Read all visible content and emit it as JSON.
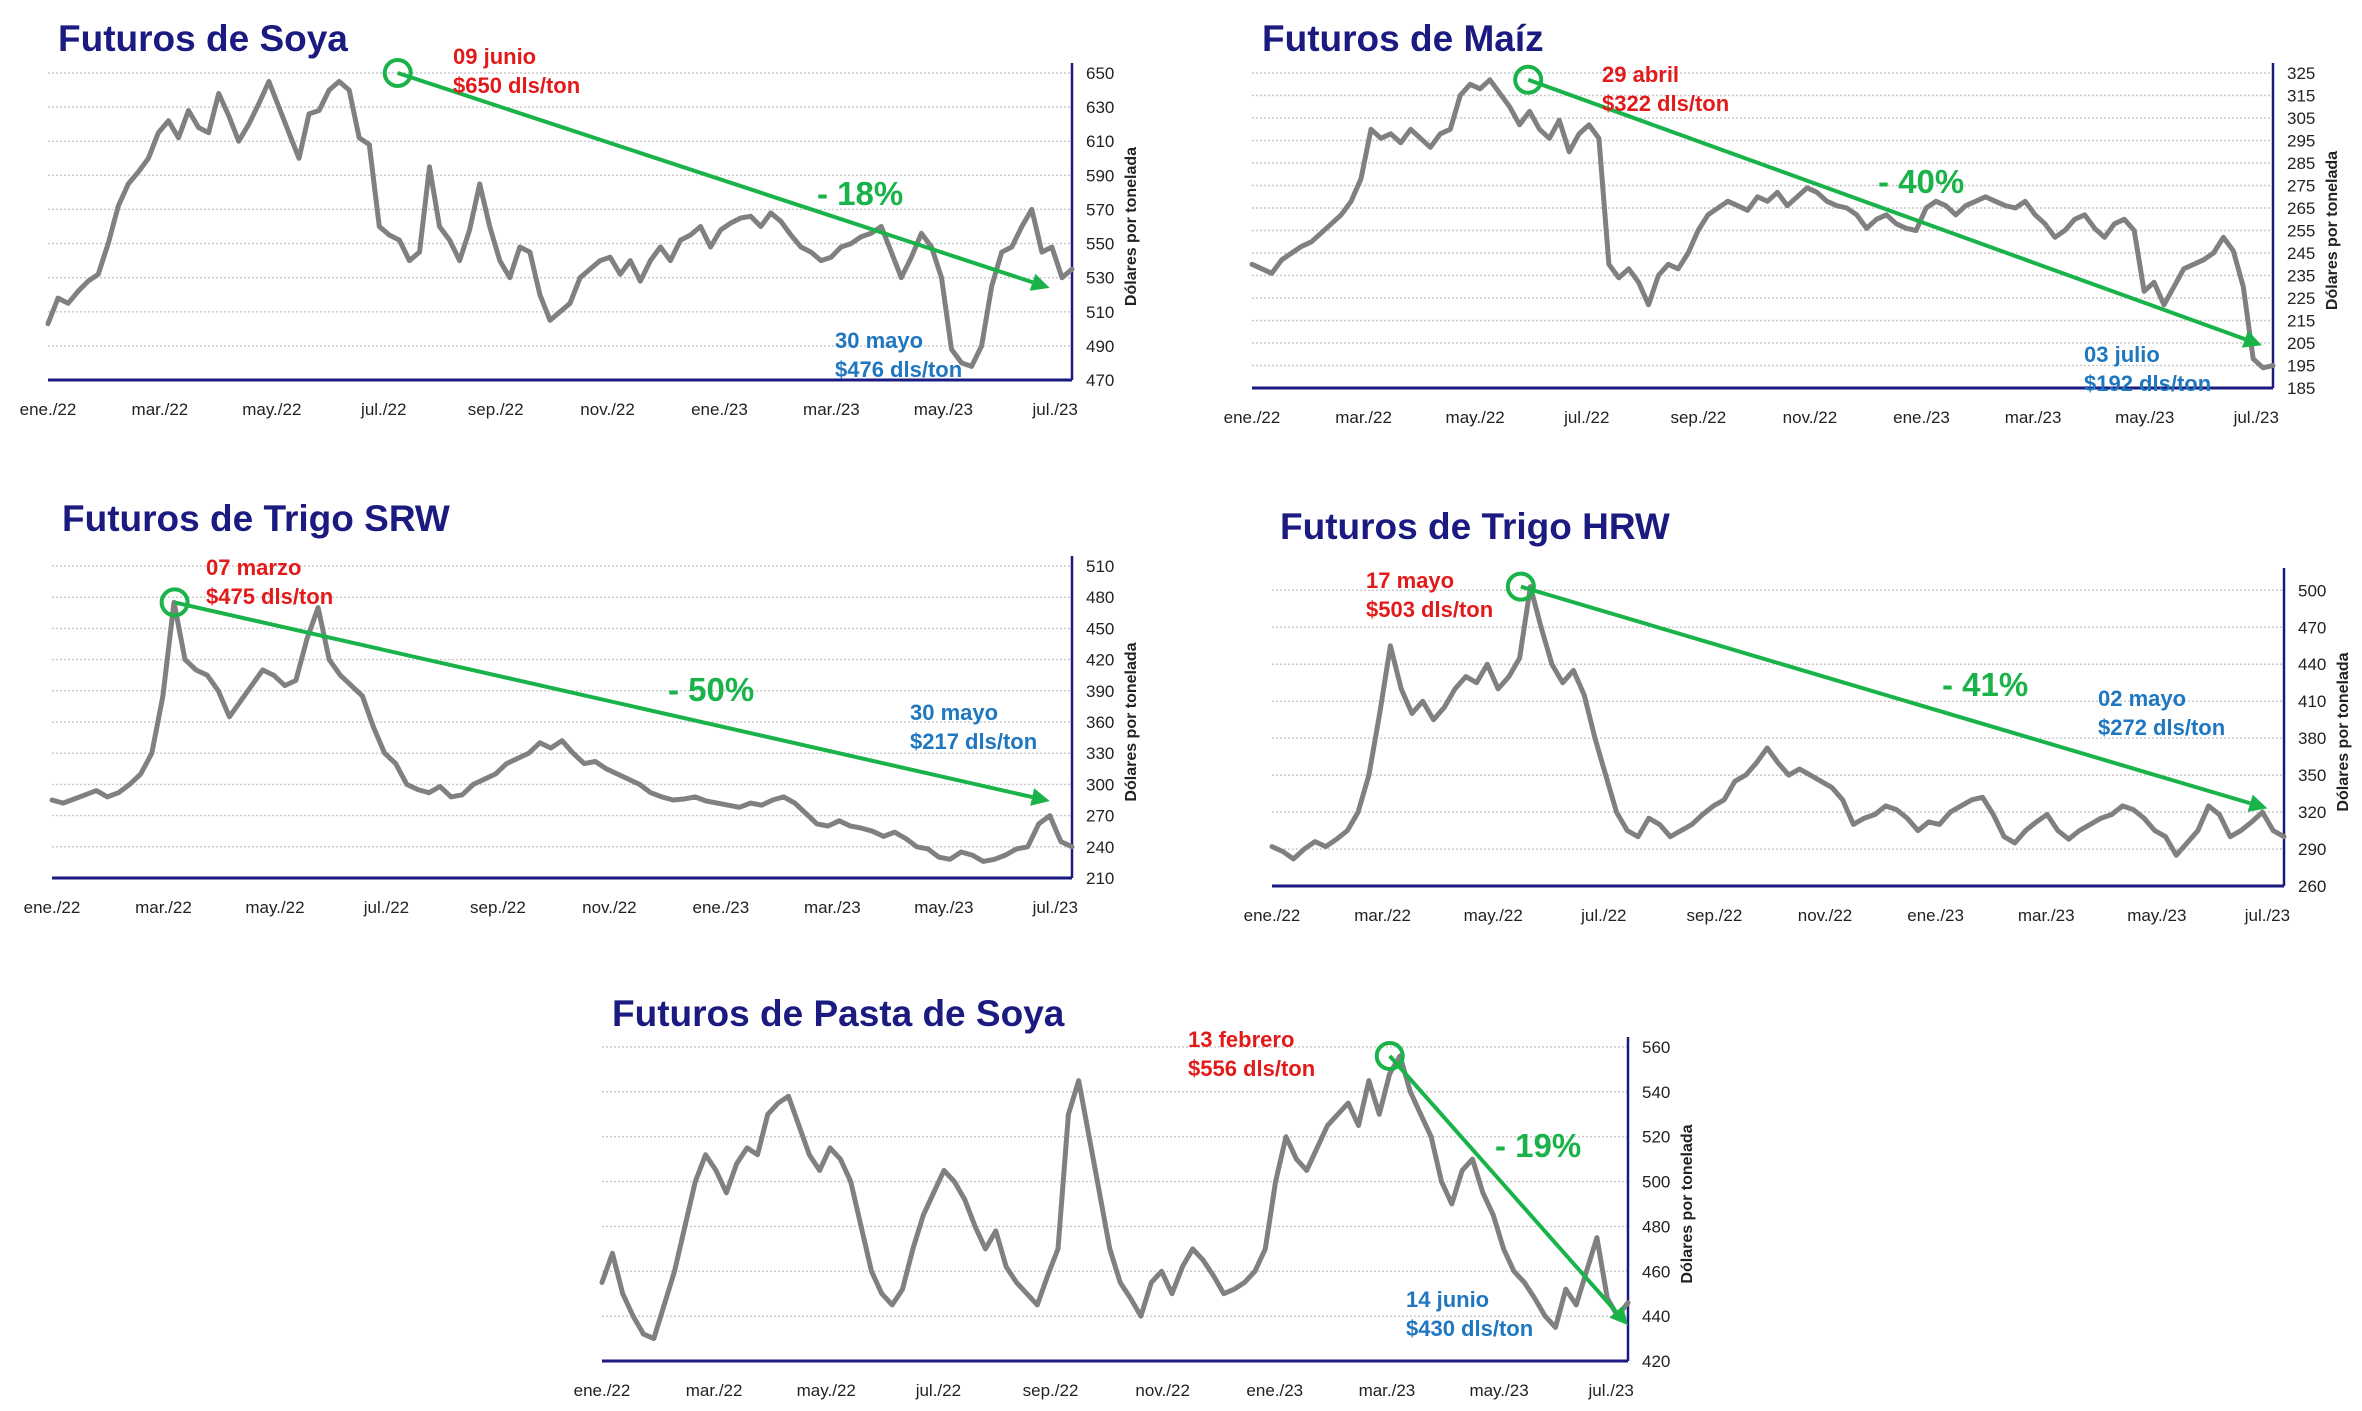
{
  "colors": {
    "title": "#1a1a80",
    "line": "#808080",
    "trend": "#1ab34a",
    "peak": "#e21a1a",
    "low": "#1f77c0",
    "axis": "#1a1a80",
    "grid": "#c8c8c8"
  },
  "chart_data": [
    {
      "id": "soya",
      "type": "line",
      "title": "Futuros de Soya",
      "ylabel": "Dólares por tonelada",
      "ylim": [
        470,
        650
      ],
      "yticks": [
        470,
        490,
        510,
        530,
        550,
        570,
        590,
        610,
        630,
        650
      ],
      "xticklabels": [
        "ene./22",
        "mar./22",
        "may./22",
        "jul./22",
        "sep./22",
        "nov./22",
        "ene./23",
        "mar./23",
        "may./23",
        "jul./23"
      ],
      "x_month_range": [
        0,
        18.3
      ],
      "grid": true,
      "series": [
        {
          "values": [
            503,
            518,
            515,
            522,
            528,
            532,
            550,
            572,
            585,
            592,
            600,
            615,
            622,
            612,
            628,
            618,
            615,
            638,
            625,
            610,
            620,
            632,
            645,
            630,
            615,
            600,
            626,
            628,
            640,
            645,
            640,
            612,
            608,
            560,
            555,
            552,
            540,
            545,
            595,
            560,
            552,
            540,
            558,
            585,
            560,
            540,
            530,
            548,
            545,
            520,
            505,
            510,
            515,
            530,
            535,
            540,
            542,
            532,
            540,
            528,
            540,
            548,
            540,
            552,
            555,
            560,
            548,
            558,
            562,
            565,
            566,
            560,
            568,
            563,
            555,
            548,
            545,
            540,
            542,
            548,
            550,
            554,
            556,
            560,
            545,
            530,
            542,
            556,
            548,
            530,
            488,
            480,
            478,
            490,
            525,
            545,
            548,
            560,
            570,
            545,
            548,
            530,
            535
          ]
        }
      ],
      "peak": {
        "month": 6.25,
        "value": 650,
        "date": "09 junio",
        "price": "$650 dls/ton"
      },
      "low": {
        "month": 17.9,
        "value": 524,
        "date": "30 mayo",
        "price": "$476 dls/ton"
      },
      "change": "- 18%"
    },
    {
      "id": "maiz",
      "type": "line",
      "title": "Futuros de Maíz",
      "ylabel": "Dólares por tonelada",
      "ylim": [
        185,
        325
      ],
      "yticks": [
        185,
        195,
        205,
        215,
        225,
        235,
        245,
        255,
        265,
        275,
        285,
        295,
        305,
        315,
        325
      ],
      "xticklabels": [
        "ene./22",
        "mar./22",
        "may./22",
        "jul./22",
        "sep./22",
        "nov./22",
        "ene./23",
        "mar./23",
        "may./23",
        "jul./23"
      ],
      "x_month_range": [
        0,
        18.3
      ],
      "grid": true,
      "series": [
        {
          "values": [
            240,
            238,
            236,
            242,
            245,
            248,
            250,
            254,
            258,
            262,
            268,
            278,
            300,
            296,
            298,
            294,
            300,
            296,
            292,
            298,
            300,
            315,
            320,
            318,
            322,
            316,
            310,
            302,
            308,
            300,
            296,
            304,
            290,
            298,
            302,
            296,
            240,
            234,
            238,
            232,
            222,
            235,
            240,
            238,
            245,
            255,
            262,
            265,
            268,
            266,
            264,
            270,
            268,
            272,
            266,
            270,
            274,
            272,
            268,
            266,
            265,
            262,
            256,
            260,
            262,
            258,
            256,
            255,
            265,
            268,
            266,
            262,
            266,
            268,
            270,
            268,
            266,
            265,
            268,
            262,
            258,
            252,
            255,
            260,
            262,
            256,
            252,
            258,
            260,
            255,
            228,
            232,
            222,
            230,
            238,
            240,
            242,
            245,
            252,
            246,
            230,
            198,
            194,
            195
          ]
        }
      ],
      "peak": {
        "month": 4.95,
        "value": 322,
        "date": "29 abril",
        "price": "$322 dls/ton"
      },
      "low": {
        "month": 18.1,
        "value": 204,
        "date": "03 julio",
        "price": "$192 dls/ton"
      },
      "change": "- 40%"
    },
    {
      "id": "trigo_srw",
      "type": "line",
      "title": "Futuros de Trigo SRW",
      "ylabel": "Dólares por tonelada",
      "ylim": [
        210,
        510
      ],
      "yticks": [
        210,
        240,
        270,
        300,
        330,
        360,
        390,
        420,
        450,
        480,
        510
      ],
      "xticklabels": [
        "ene./22",
        "mar./22",
        "may./22",
        "jul./22",
        "sep./22",
        "nov./22",
        "ene./23",
        "mar./23",
        "may./23",
        "jul./23"
      ],
      "x_month_range": [
        0,
        18.3
      ],
      "grid": true,
      "series": [
        {
          "values": [
            285,
            282,
            286,
            290,
            294,
            288,
            292,
            300,
            310,
            330,
            385,
            475,
            420,
            410,
            405,
            390,
            365,
            380,
            395,
            410,
            405,
            395,
            400,
            440,
            470,
            420,
            405,
            395,
            385,
            355,
            330,
            320,
            300,
            295,
            292,
            298,
            288,
            290,
            300,
            305,
            310,
            320,
            325,
            330,
            340,
            335,
            342,
            330,
            320,
            322,
            315,
            310,
            305,
            300,
            292,
            288,
            285,
            286,
            288,
            284,
            282,
            280,
            278,
            282,
            280,
            285,
            288,
            282,
            272,
            262,
            260,
            265,
            260,
            258,
            255,
            250,
            254,
            248,
            240,
            238,
            230,
            228,
            235,
            232,
            226,
            228,
            232,
            238,
            240,
            262,
            270,
            245,
            240
          ]
        }
      ],
      "peak": {
        "month": 2.2,
        "value": 475,
        "date": "07 marzo",
        "price": "$475 dls/ton"
      },
      "low": {
        "month": 17.9,
        "value": 284,
        "date": "30 mayo",
        "price": "$217 dls/ton"
      },
      "change": "- 50%"
    },
    {
      "id": "trigo_hrw",
      "type": "line",
      "title": "Futuros de Trigo HRW",
      "ylabel": "Dólares por tonelada",
      "ylim": [
        260,
        510
      ],
      "yticks": [
        260,
        290,
        320,
        350,
        380,
        410,
        440,
        470,
        500
      ],
      "xticklabels": [
        "ene./22",
        "mar./22",
        "may./22",
        "jul./22",
        "sep./22",
        "nov./22",
        "ene./23",
        "mar./23",
        "may./23",
        "jul./23"
      ],
      "x_month_range": [
        0,
        18.3
      ],
      "grid": true,
      "series": [
        {
          "values": [
            292,
            288,
            282,
            290,
            296,
            292,
            298,
            305,
            320,
            350,
            400,
            455,
            420,
            400,
            410,
            395,
            405,
            420,
            430,
            425,
            440,
            420,
            430,
            445,
            503,
            470,
            440,
            425,
            435,
            415,
            380,
            350,
            320,
            305,
            300,
            315,
            310,
            300,
            305,
            310,
            318,
            325,
            330,
            345,
            350,
            360,
            372,
            360,
            350,
            355,
            350,
            345,
            340,
            330,
            310,
            315,
            318,
            325,
            322,
            315,
            305,
            312,
            310,
            320,
            325,
            330,
            332,
            318,
            300,
            295,
            305,
            312,
            318,
            305,
            298,
            305,
            310,
            315,
            318,
            325,
            322,
            315,
            305,
            300,
            285,
            295,
            305,
            325,
            318,
            300,
            305,
            312,
            320,
            305,
            300
          ]
        }
      ],
      "peak": {
        "month": 4.5,
        "value": 503,
        "date": "17 mayo",
        "price": "$503 dls/ton"
      },
      "low": {
        "month": 18.0,
        "value": 323,
        "date": "02 mayo",
        "price": "$272 dls/ton"
      },
      "change": "- 41%"
    },
    {
      "id": "pasta_soya",
      "type": "line",
      "title": "Futuros de Pasta de Soya",
      "ylabel": "Dólares por tonelada",
      "ylim": [
        420,
        560
      ],
      "yticks": [
        420,
        440,
        460,
        480,
        500,
        520,
        540,
        560
      ],
      "xticklabels": [
        "ene./22",
        "mar./22",
        "may./22",
        "jul./22",
        "sep./22",
        "nov./22",
        "ene./23",
        "mar./23",
        "may./23",
        "jul./23"
      ],
      "x_month_range": [
        0,
        18.3
      ],
      "grid": true,
      "series": [
        {
          "values": [
            455,
            468,
            450,
            440,
            432,
            430,
            445,
            460,
            480,
            500,
            512,
            505,
            495,
            508,
            515,
            512,
            530,
            535,
            538,
            525,
            512,
            505,
            515,
            510,
            500,
            480,
            460,
            450,
            445,
            452,
            470,
            485,
            495,
            505,
            500,
            492,
            480,
            470,
            478,
            462,
            455,
            450,
            445,
            458,
            470,
            530,
            545,
            520,
            495,
            470,
            455,
            448,
            440,
            455,
            460,
            450,
            462,
            470,
            465,
            458,
            450,
            452,
            455,
            460,
            470,
            500,
            520,
            510,
            505,
            515,
            525,
            530,
            535,
            525,
            545,
            530,
            548,
            556,
            540,
            530,
            520,
            500,
            490,
            505,
            510,
            495,
            485,
            470,
            460,
            455,
            448,
            440,
            435,
            452,
            445,
            460,
            475,
            448,
            440,
            446
          ]
        }
      ],
      "peak": {
        "month": 14.05,
        "value": 556,
        "date": "13 febrero",
        "price": "$556 dls/ton"
      },
      "low": {
        "month": 18.3,
        "value": 436,
        "date": "14 junio",
        "price": "$430 dls/ton"
      },
      "change": "- 19%"
    }
  ]
}
